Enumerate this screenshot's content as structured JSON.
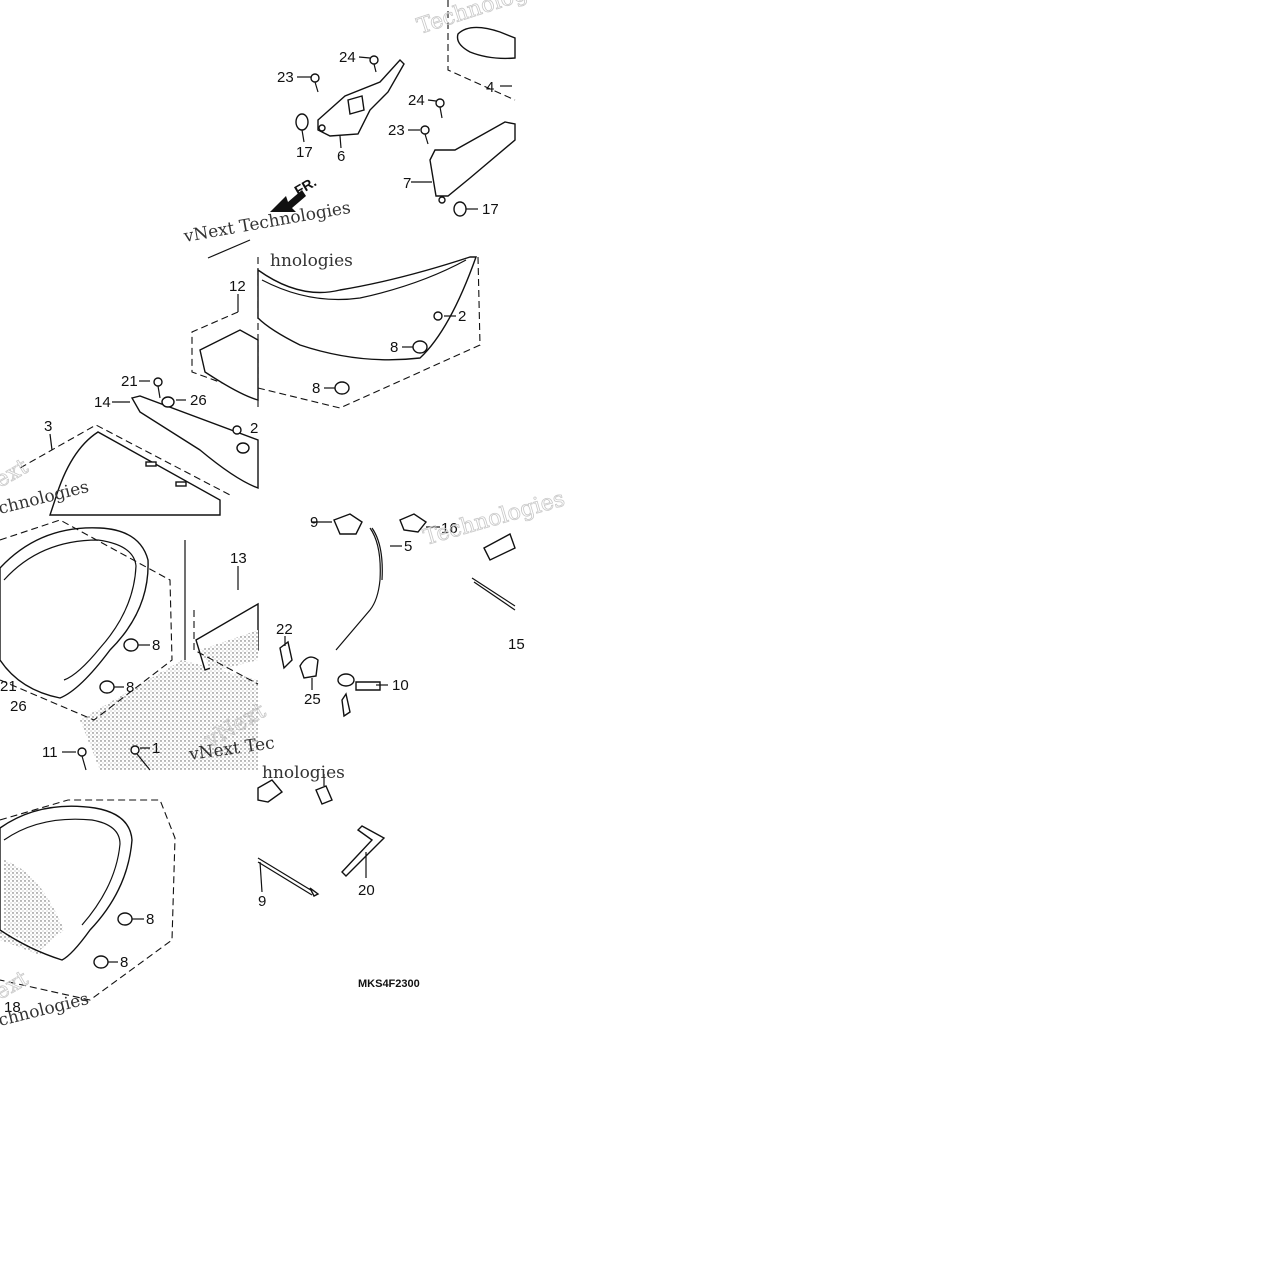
{
  "diagram_code": "MKS4F2300",
  "direction_label": "FR.",
  "watermark_texts": [
    "Technologies",
    "vNext Technologies",
    "vNext",
    "Technologies",
    "Techno",
    "vNext Tec",
    "hnologies",
    "chnologies",
    "ext"
  ],
  "callouts": [
    {
      "id": "c24a",
      "text": "24"
    },
    {
      "id": "c23a",
      "text": "23"
    },
    {
      "id": "c17a",
      "text": "17"
    },
    {
      "id": "c6",
      "text": "6"
    },
    {
      "id": "c24b",
      "text": "24"
    },
    {
      "id": "c23b",
      "text": "23"
    },
    {
      "id": "c7",
      "text": "7"
    },
    {
      "id": "c17b",
      "text": "17"
    },
    {
      "id": "c4",
      "text": "4"
    },
    {
      "id": "c12",
      "text": "12"
    },
    {
      "id": "c2",
      "text": "2"
    },
    {
      "id": "c8a",
      "text": "8"
    },
    {
      "id": "c8b",
      "text": "8"
    },
    {
      "id": "c21a",
      "text": "21"
    },
    {
      "id": "c14",
      "text": "14"
    },
    {
      "id": "c26a",
      "text": "26"
    },
    {
      "id": "c3",
      "text": "3"
    },
    {
      "id": "c2b",
      "text": "2"
    },
    {
      "id": "c9a",
      "text": "9"
    },
    {
      "id": "c16",
      "text": "16"
    },
    {
      "id": "c5",
      "text": "5"
    },
    {
      "id": "c13",
      "text": "13"
    },
    {
      "id": "c8c",
      "text": "8"
    },
    {
      "id": "c8d",
      "text": "8"
    },
    {
      "id": "c21b",
      "text": "21"
    },
    {
      "id": "c26b",
      "text": "26"
    },
    {
      "id": "c22",
      "text": "22"
    },
    {
      "id": "c25",
      "text": "25"
    },
    {
      "id": "c10",
      "text": "10"
    },
    {
      "id": "c15",
      "text": "15"
    },
    {
      "id": "c11",
      "text": "11"
    },
    {
      "id": "c1",
      "text": "1"
    },
    {
      "id": "c8e",
      "text": "8"
    },
    {
      "id": "c8f",
      "text": "8"
    },
    {
      "id": "c18",
      "text": "18"
    },
    {
      "id": "c9b",
      "text": "9"
    },
    {
      "id": "c20",
      "text": "20"
    }
  ]
}
